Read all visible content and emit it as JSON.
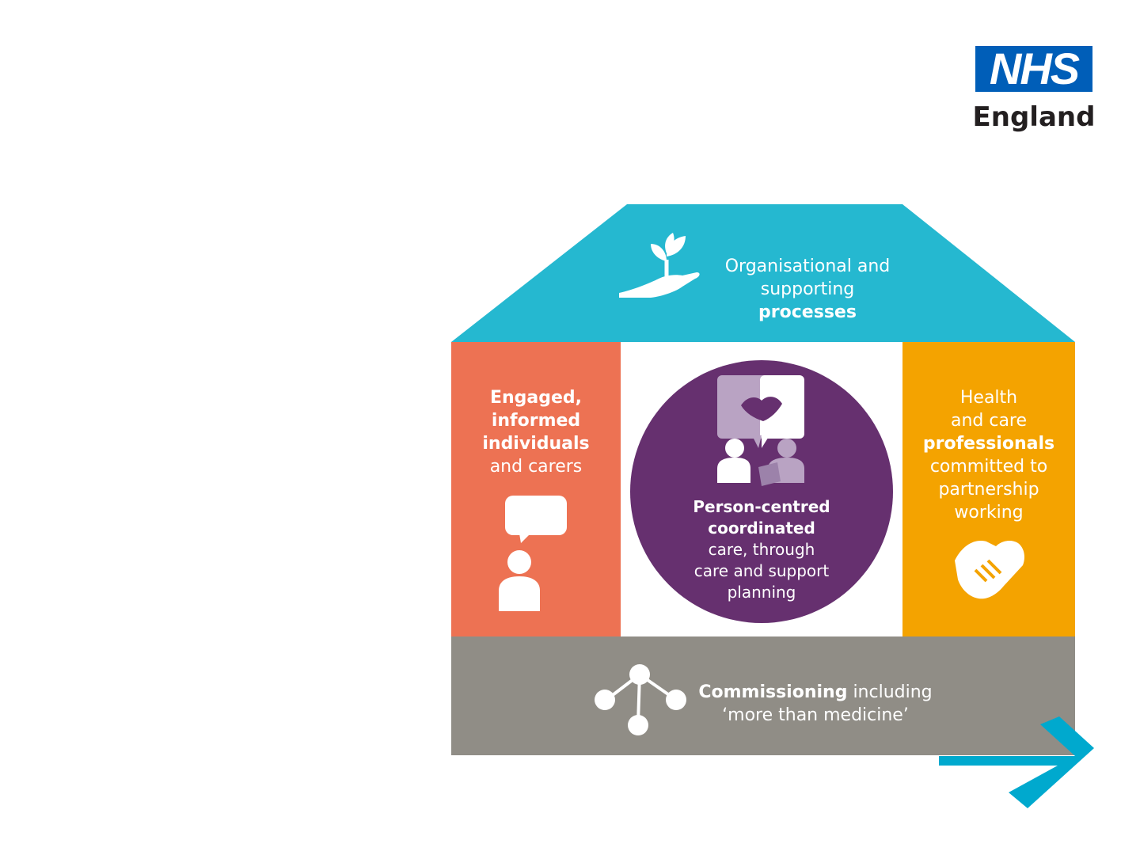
{
  "logo": {
    "nhs": "NHS",
    "region": "England"
  },
  "diagram": {
    "roof": {
      "line1": "Organisational and",
      "line2_plain": "supporting ",
      "line2_bold": "processes"
    },
    "left": {
      "bold1": "Engaged,",
      "bold2": "informed",
      "bold3": "individuals",
      "plain": "and carers"
    },
    "center": {
      "bold1": "Person-centred",
      "bold2": "coordinated",
      "plain1": "care, through",
      "plain2": "care and support",
      "plain3": "planning"
    },
    "right": {
      "line1": "Health",
      "line2": "and care",
      "bold": "professionals",
      "line3": "committed to",
      "line4": "partnership",
      "line5": "working"
    },
    "base": {
      "bold": "Commissioning",
      "plain1": " including",
      "plain2": "‘more than medicine’"
    }
  },
  "colors": {
    "roof": "#25b8d0",
    "left": "#ed7253",
    "right": "#f4a300",
    "base": "#908d86",
    "circle": "#66306f",
    "nhs_blue": "#005eb8",
    "arrow": "#00a9ce"
  },
  "icons": [
    "hand-with-plant-icon",
    "person-speech-bubble-icon",
    "people-handshake-icon",
    "handshake-icon",
    "network-icon",
    "chevron-arrow-icon"
  ]
}
